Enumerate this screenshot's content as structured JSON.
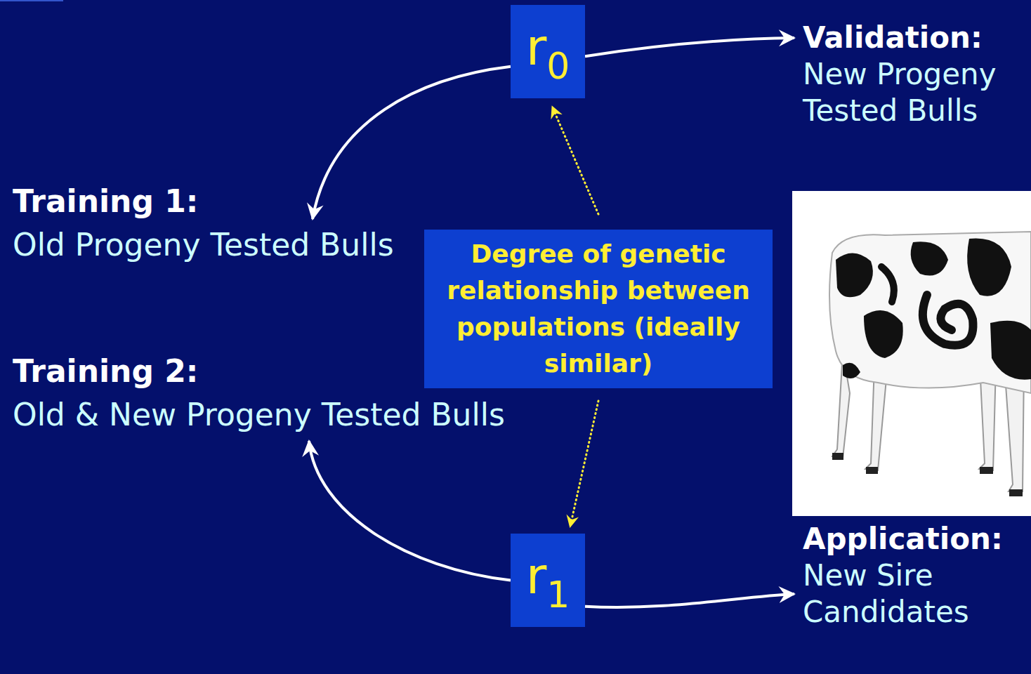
{
  "diagram": {
    "nodes": [
      {
        "text": [
          "r0"
        ]
      },
      {
        "text": [
          "Validation:",
          "New Progeny Tested Bulls"
        ]
      },
      {
        "text": [
          "Training 1:",
          "Old Progeny Tested Bulls"
        ]
      },
      {
        "text": [
          "Degree of genetic relationship between populations (ideally similar)"
        ]
      },
      {
        "text": [
          "Training 2:",
          "Old & New Progeny Tested Bulls"
        ]
      },
      {
        "text": [
          "r1"
        ]
      },
      {
        "text": [
          "Application:",
          "New Sire Candidates"
        ]
      }
    ],
    "edges": [
      {
        "from": 0,
        "to": 2,
        "arrow": "to"
      },
      {
        "from": 0,
        "to": 1,
        "arrow": "to"
      },
      {
        "from": 5,
        "to": 4,
        "arrow": "to"
      },
      {
        "from": 5,
        "to": 6,
        "arrow": "to"
      },
      {
        "from": 3,
        "to": 0,
        "arrow": "to"
      },
      {
        "from": 3,
        "to": 5,
        "arrow": "to"
      }
    ]
  }
}
